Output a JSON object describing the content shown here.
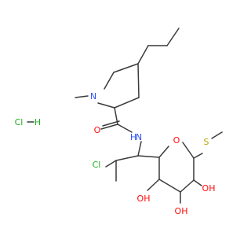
{
  "molecule": {
    "atoms": {
      "n_ring": "N",
      "n_amide": "N",
      "h_amide": "H",
      "o_carbonyl": "O",
      "o_ring": "O",
      "s_thio": "S",
      "cl_chain": "Cl",
      "oh_left": "OH",
      "oh_mid": "OH",
      "oh_right": "OH",
      "hcl_salt": "HCl"
    },
    "colors": {
      "bond": "#3a3a3a",
      "nitrogen": "#3050f8",
      "oxygen": "#ff0d0d",
      "sulfur": "#b8a300",
      "chlorine": "#1fae1f",
      "carbon": "#3a3a3a"
    }
  }
}
